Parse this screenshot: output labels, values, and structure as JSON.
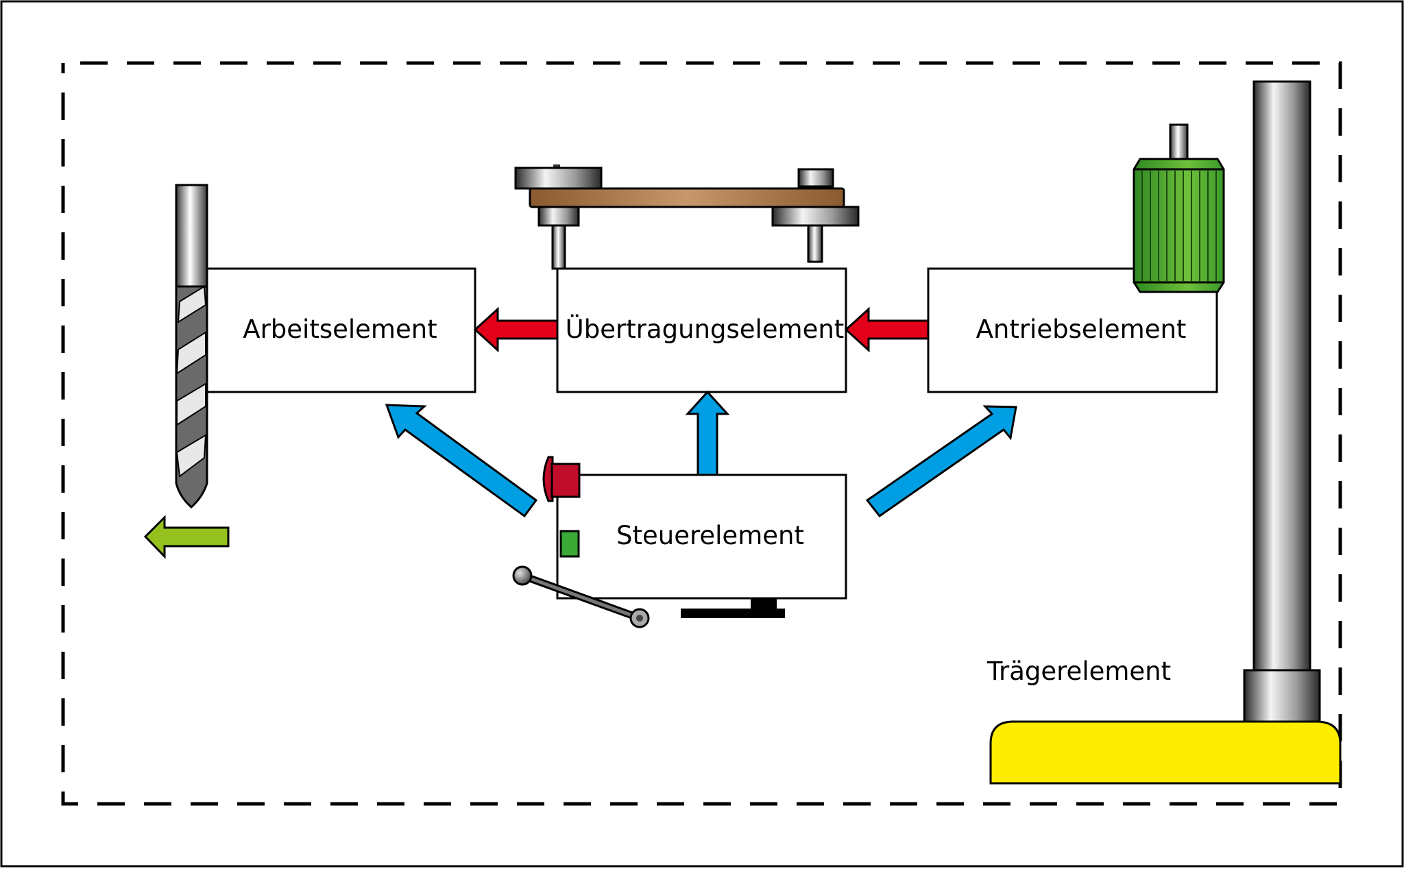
{
  "labels": {
    "arbeit": "Arbeitselement",
    "uebertragung": "Übertragungselement",
    "antrieb": "Antriebselement",
    "steuer": "Steuerelement",
    "traeger": "Trägerelement"
  },
  "colors": {
    "energy_flow": "#e2001a",
    "control_flow": "#009fe3",
    "output_motion": "#95c11f",
    "base_plate": "#ffed00",
    "belt": "#b07d4f",
    "motor": "#3a9a2a",
    "stop_button": "#c00d2a",
    "start_button": "#3aa935"
  },
  "icons": {
    "drill_bit": "drill-bit-icon",
    "belt_drive": "belt-drive-icon",
    "motor": "electric-motor-icon",
    "column": "support-column-icon",
    "lever": "feed-lever-icon"
  }
}
